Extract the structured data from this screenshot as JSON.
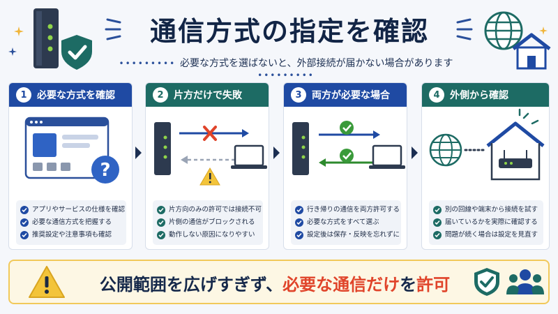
{
  "header": {
    "title": "通信方式の指定を確認",
    "subtitle": "必要な方式を選ばないと、外部接続が届かない場合があります"
  },
  "cards": [
    {
      "number": "1",
      "title": "必要な方式を確認",
      "color": "#1f4aa3",
      "items": [
        "アプリやサービスの仕様を確認",
        "必要な通信方式を把握する",
        "推奨設定や注意事項も確認"
      ]
    },
    {
      "number": "2",
      "title": "片方だけで失敗",
      "color": "#1d6b64",
      "items": [
        "片方向のみの許可では接続不可",
        "片側の通信がブロックされる",
        "動作しない原因になりやすい"
      ]
    },
    {
      "number": "3",
      "title": "両方が必要な場合",
      "color": "#1f4aa3",
      "items": [
        "行き帰りの通信を両方許可する",
        "必要な方式をすべて選ぶ",
        "設定後は保存・反映を忘れずに"
      ]
    },
    {
      "number": "4",
      "title": "外側から確認",
      "color": "#1d6b64",
      "items": [
        "別の回線や端末から接続を試す",
        "届いているかを実際に確認する",
        "問題が続く場合は設定を見直す"
      ]
    }
  ],
  "bottom": {
    "text_normal": "公開範囲を広げすぎず、",
    "text_highlight": "必要な通信だけ",
    "text_connector": "を",
    "text_end": "許可"
  },
  "colors": {
    "navy": "#1f4aa3",
    "teal": "#1d6b64",
    "alert_red": "#e0442a",
    "check_green": "#3a9a3a",
    "warning_yellow": "#f3c43a"
  }
}
